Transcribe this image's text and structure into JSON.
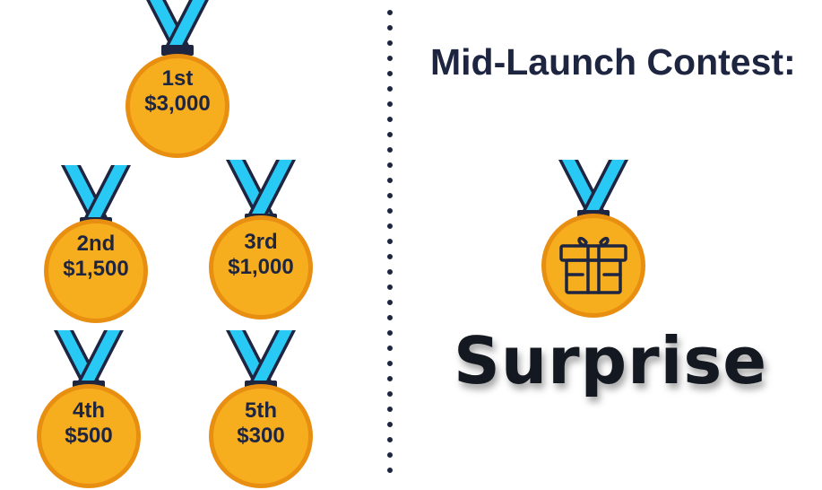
{
  "prizes": [
    {
      "place": "1st",
      "amount": "$3,000"
    },
    {
      "place": "2nd",
      "amount": "$1,500"
    },
    {
      "place": "3rd",
      "amount": "$1,000"
    },
    {
      "place": "4th",
      "amount": "$500"
    },
    {
      "place": "5th",
      "amount": "$300"
    }
  ],
  "contest": {
    "title": "Mid-Launch Contest:",
    "prize_label": "Surprise",
    "prize_icon": "gift-box-icon"
  },
  "colors": {
    "ribbon": "#29c9f5",
    "ribbon_edge": "#1e2540",
    "medal_fill": "#f6ad1e",
    "medal_ring": "#e88f12",
    "text_dark": "#1e2540"
  }
}
